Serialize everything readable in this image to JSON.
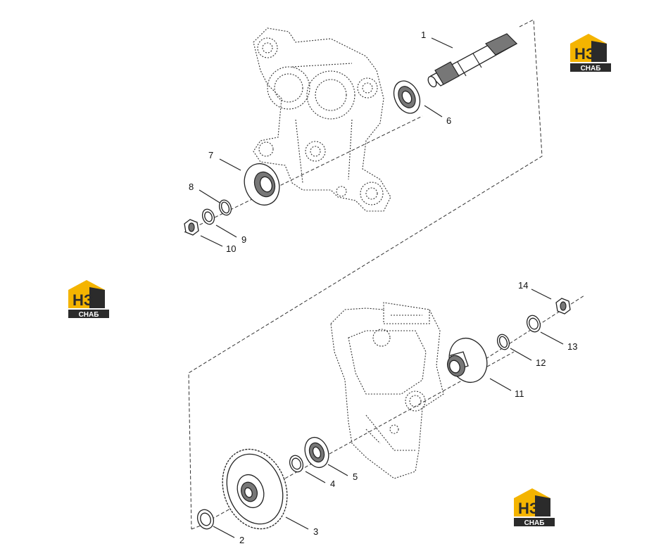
{
  "logo": {
    "letters": "HЗ",
    "caption": "СНАБ",
    "colors": {
      "yellow": "#f4b400",
      "dark": "#2b2b2b",
      "white": "#ffffff"
    }
  },
  "callouts": [
    {
      "id": "1",
      "label": "1"
    },
    {
      "id": "2",
      "label": "2"
    },
    {
      "id": "3",
      "label": "3"
    },
    {
      "id": "4",
      "label": "4"
    },
    {
      "id": "5",
      "label": "5"
    },
    {
      "id": "6",
      "label": "6"
    },
    {
      "id": "7",
      "label": "7"
    },
    {
      "id": "8",
      "label": "8"
    },
    {
      "id": "9",
      "label": "9"
    },
    {
      "id": "10",
      "label": "10"
    },
    {
      "id": "11",
      "label": "11"
    },
    {
      "id": "12",
      "label": "12"
    },
    {
      "id": "13",
      "label": "13"
    },
    {
      "id": "14",
      "label": "14"
    }
  ]
}
